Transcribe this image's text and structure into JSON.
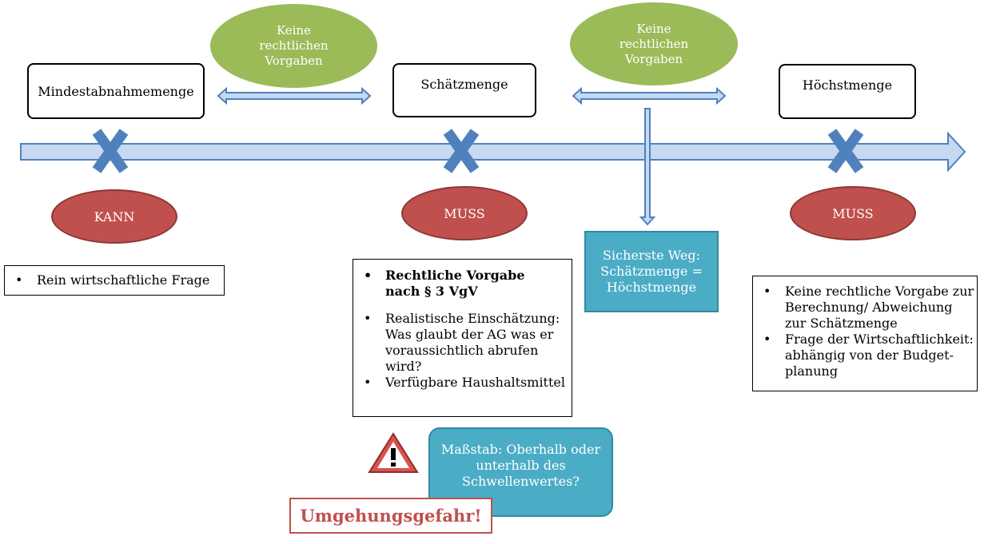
{
  "boxes": {
    "mindest": "Mindestabnahmemenge",
    "schaetz": "Schätzmenge",
    "hoechst": "Höchstmenge"
  },
  "green_ellipses": {
    "left": [
      "Keine",
      "rechtlichen",
      "Vorgaben"
    ],
    "right": [
      "Keine",
      "rechtlichen",
      "Vorgaben"
    ]
  },
  "red_ellipses": {
    "left": "KANN",
    "middle": "MUSS",
    "right": "MUSS"
  },
  "info_boxes": {
    "left": {
      "items": [
        "Rein wirtschaftliche Frage"
      ]
    },
    "middle": {
      "bold_item": [
        "Rechtliche Vorgabe",
        "nach § 3 VgV"
      ],
      "items": [
        [
          "Realistische Einschätzung:",
          "Was glaubt der AG was er",
          "voraussichtlich abrufen",
          "wird?"
        ],
        [
          "Verfügbare Haushaltsmittel"
        ]
      ]
    },
    "right": {
      "items": [
        [
          "Keine rechtliche Vorgabe zur",
          "Berechnung/ Abweichung",
          "zur Schätzmenge"
        ],
        [
          "Frage der Wirtschaftlichkeit:",
          "abhängig von der Budget-",
          "planung"
        ]
      ]
    }
  },
  "teal_boxes": {
    "safest": [
      "Sicherste Weg:",
      "Schätzmenge =",
      "Höchstmenge"
    ],
    "massstab": [
      "Maßstab: Oberhalb oder",
      "unterhalb des",
      "Schwellenwertes?"
    ]
  },
  "warning": {
    "symbol": "!",
    "label": "Umgehungsgefahr!"
  },
  "colors": {
    "arrow_fill": "#c6d9f1",
    "arrow_stroke": "#4f81bd",
    "cross": "#4f81bd",
    "green": "#9bbb59",
    "red": "#c0504d",
    "teal": "#4bacc6",
    "warning_red": "#c0504d"
  }
}
